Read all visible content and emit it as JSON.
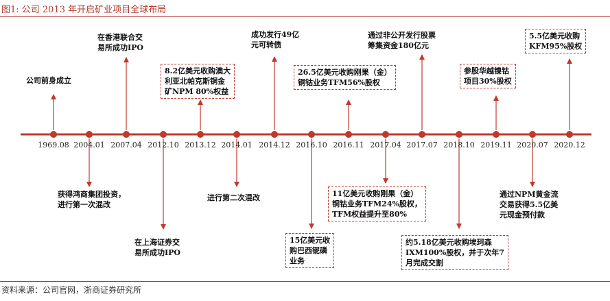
{
  "figure_title": "图1:   公司 2013 年开启矿业项目全球布局",
  "source_note": "资料来源：公司官网，浙商证券研究所",
  "colors": {
    "accent": "#c0392b",
    "axis": "#c0392b",
    "text": "#111111"
  },
  "dates": [
    "1969.08",
    "2004.01",
    "2007.04",
    "2012.10",
    "2013.12",
    "2014.01",
    "2014.12",
    "2016.10",
    "2016.11",
    "2017.04",
    "2017.07",
    "2018.10",
    "2019.11",
    "2020.07",
    "2020.12"
  ],
  "events": [
    {
      "date_index": 0,
      "side": "above",
      "boxed": false,
      "text": "公司前身成立"
    },
    {
      "date_index": 1,
      "side": "below",
      "boxed": false,
      "text": "获得鸿商集团投资，\n进行第一次混改"
    },
    {
      "date_index": 2,
      "side": "above",
      "boxed": false,
      "text": "在香港联合交\n易所成功IPO"
    },
    {
      "date_index": 3,
      "side": "below",
      "boxed": false,
      "text": "在上海证券交\n易所成功IPO"
    },
    {
      "date_index": 4,
      "side": "above",
      "boxed": true,
      "text": "8.2亿美元收购澳大\n利亚北帕克斯铜金\n矿NPM 80%权益"
    },
    {
      "date_index": 5,
      "side": "below",
      "boxed": false,
      "text": "进行第二次混改"
    },
    {
      "date_index": 6,
      "side": "above",
      "boxed": false,
      "text": "成功发行49亿\n元可转债"
    },
    {
      "date_index": 7,
      "side": "below",
      "boxed": true,
      "text": "15亿美元收\n购巴西铌磷\n业务"
    },
    {
      "date_index": 8,
      "side": "above",
      "boxed": true,
      "text": "26.5亿美元收购刚果（金）\n铜钴业务TFM56%股权"
    },
    {
      "date_index": 9,
      "side": "below",
      "boxed": true,
      "text": "11亿美元收购刚果（金）\n铜钴业务TFM24%股权，\nTFM权益提升至80%"
    },
    {
      "date_index": 10,
      "side": "above",
      "boxed": false,
      "text": "通过非公开发行股票\n筹集资金180亿元"
    },
    {
      "date_index": 11,
      "side": "below",
      "boxed": true,
      "text": "约5.18亿美元收购埃珂森\nIXM100%股权，并于次年7\n月完成交割"
    },
    {
      "date_index": 12,
      "side": "above",
      "boxed": true,
      "text": "参股华越镍钴\n项目30%股权"
    },
    {
      "date_index": 13,
      "side": "below",
      "boxed": false,
      "text": "通过NPM黄金流\n交易获得5.5亿美\n元现金预付款"
    },
    {
      "date_index": 14,
      "side": "above",
      "boxed": true,
      "text": "5.5亿美元收购\nKFM95%股权"
    }
  ]
}
